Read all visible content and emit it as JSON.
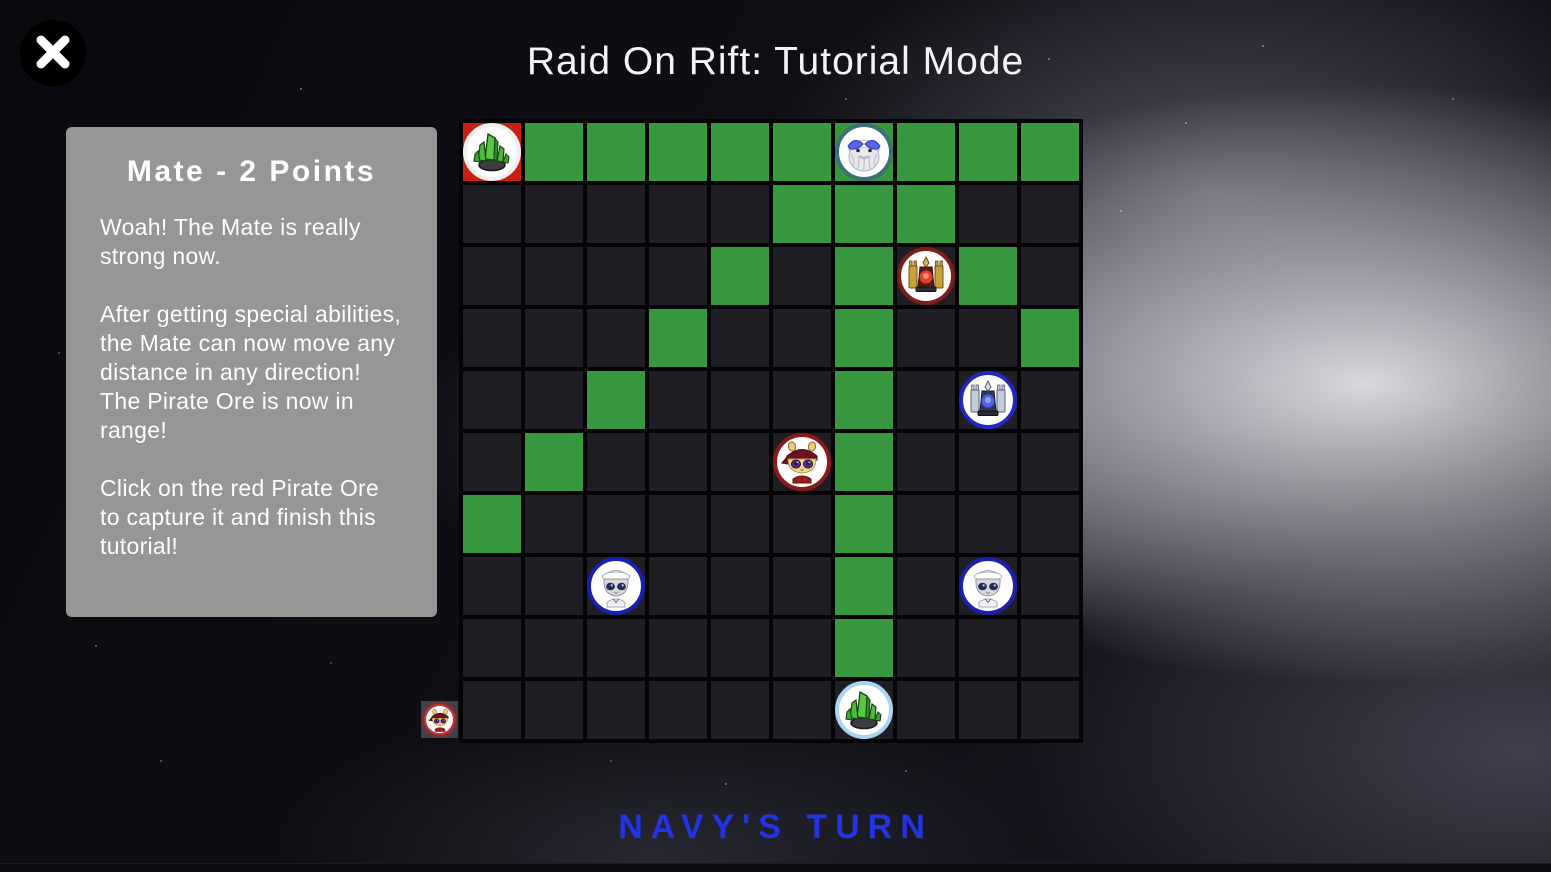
{
  "title": "Raid On Rift: Tutorial Mode",
  "close_button": {
    "icon_name": "close-x-icon"
  },
  "tutorial_panel": {
    "heading": "Mate - 2 Points",
    "paragraphs": [
      "Woah! The Mate is really strong now.",
      "After getting special abilities, the Mate can now move any distance in any direction! The Pirate Ore is now in range!",
      "Click on the red Pirate Ore to capture it and finish this tutorial!"
    ]
  },
  "status": {
    "text": "NAVY'S TURN",
    "color": "#2133e2"
  },
  "colors": {
    "highlight_green": "#3aa042",
    "target_red": "#c92015",
    "dark_cell": "#2c2c34",
    "panel_gray": "#9e9e9e",
    "navy_ring": "#1f24b4",
    "pirate_ring": "#7e1d1d",
    "mate_ring": "#3e6f7a",
    "navy_ore_ring": "#a9d4ef",
    "pirate_ore_ring": "#efefef"
  },
  "board": {
    "rows": 10,
    "cols": 10,
    "green_cells": [
      [
        0,
        1
      ],
      [
        0,
        2
      ],
      [
        0,
        3
      ],
      [
        0,
        4
      ],
      [
        0,
        5
      ],
      [
        0,
        6
      ],
      [
        0,
        7
      ],
      [
        0,
        8
      ],
      [
        0,
        9
      ],
      [
        1,
        5
      ],
      [
        1,
        6
      ],
      [
        1,
        7
      ],
      [
        2,
        4
      ],
      [
        2,
        6
      ],
      [
        2,
        8
      ],
      [
        3,
        3
      ],
      [
        3,
        6
      ],
      [
        3,
        9
      ],
      [
        4,
        2
      ],
      [
        4,
        6
      ],
      [
        5,
        1
      ],
      [
        5,
        6
      ],
      [
        6,
        0
      ],
      [
        6,
        6
      ],
      [
        7,
        6
      ],
      [
        8,
        6
      ]
    ],
    "red_cells": [
      [
        0,
        0
      ]
    ],
    "pieces": [
      {
        "row": 0,
        "col": 0,
        "type": "ore",
        "team": "pirate",
        "icon": "green-crystal-ore-icon",
        "ring": "#efefef"
      },
      {
        "row": 0,
        "col": 6,
        "type": "mate",
        "team": "navy",
        "icon": "navy-mate-beard-icon",
        "ring": "#3e6f7a"
      },
      {
        "row": 2,
        "col": 7,
        "type": "gunner",
        "team": "pirate",
        "icon": "pirate-gunner-tower-icon",
        "ring": "#7e1d1d"
      },
      {
        "row": 4,
        "col": 8,
        "type": "gunner",
        "team": "navy",
        "icon": "navy-gunner-tower-icon",
        "ring": "#2327bd"
      },
      {
        "row": 5,
        "col": 5,
        "type": "sailor",
        "team": "pirate",
        "icon": "pirate-sailor-bandana-icon",
        "ring": "#8c1a1a"
      },
      {
        "row": 7,
        "col": 2,
        "type": "sailor",
        "team": "navy",
        "icon": "navy-sailor-hat-icon",
        "ring": "#1b1fae"
      },
      {
        "row": 7,
        "col": 8,
        "type": "sailor",
        "team": "navy",
        "icon": "navy-sailor-hat-icon",
        "ring": "#1b1fae"
      },
      {
        "row": 9,
        "col": 6,
        "type": "ore",
        "team": "navy",
        "icon": "green-crystal-ore-icon",
        "ring": "#a9d4ef"
      }
    ],
    "captured_pieces": [
      {
        "type": "sailor",
        "team": "pirate",
        "icon": "pirate-sailor-bandana-icon"
      }
    ]
  }
}
